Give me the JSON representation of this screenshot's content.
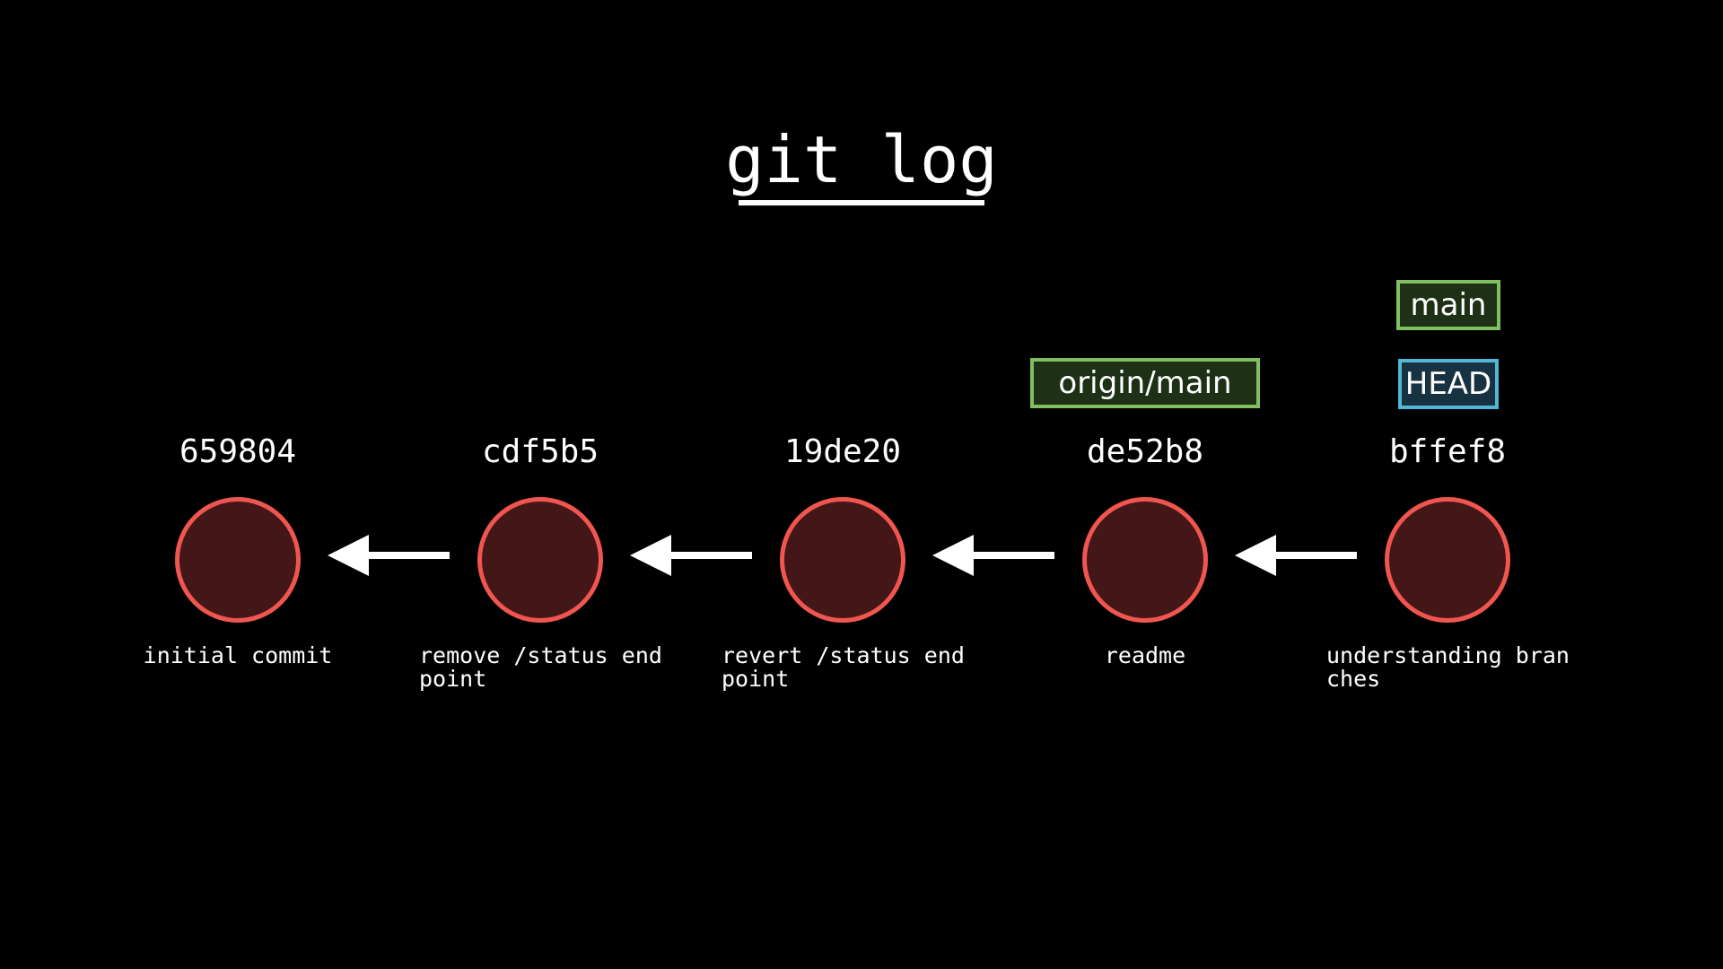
{
  "title": "git log",
  "colors": {
    "background": "#000000",
    "commit_stroke": "#f0564f",
    "commit_fill": "#431617",
    "branch_border": "#7fbf60",
    "branch_fill": "#1e3016",
    "head_border": "#52b7d6",
    "head_fill": "#173240",
    "arrow": "#ffffff"
  },
  "commits": [
    {
      "hash": "659804",
      "message": "initial commit"
    },
    {
      "hash": "cdf5b5",
      "message": "remove /status endpoint"
    },
    {
      "hash": "19de20",
      "message": "revert /status endpoint"
    },
    {
      "hash": "de52b8",
      "message": "readme"
    },
    {
      "hash": "bffef8",
      "message": "understanding branches"
    }
  ],
  "refs": {
    "origin_main": {
      "label": "origin/main",
      "commit": "de52b8",
      "type": "branch"
    },
    "main": {
      "label": "main",
      "commit": "bffef8",
      "type": "branch"
    },
    "head": {
      "label": "HEAD",
      "commit": "bffef8",
      "type": "head"
    }
  }
}
